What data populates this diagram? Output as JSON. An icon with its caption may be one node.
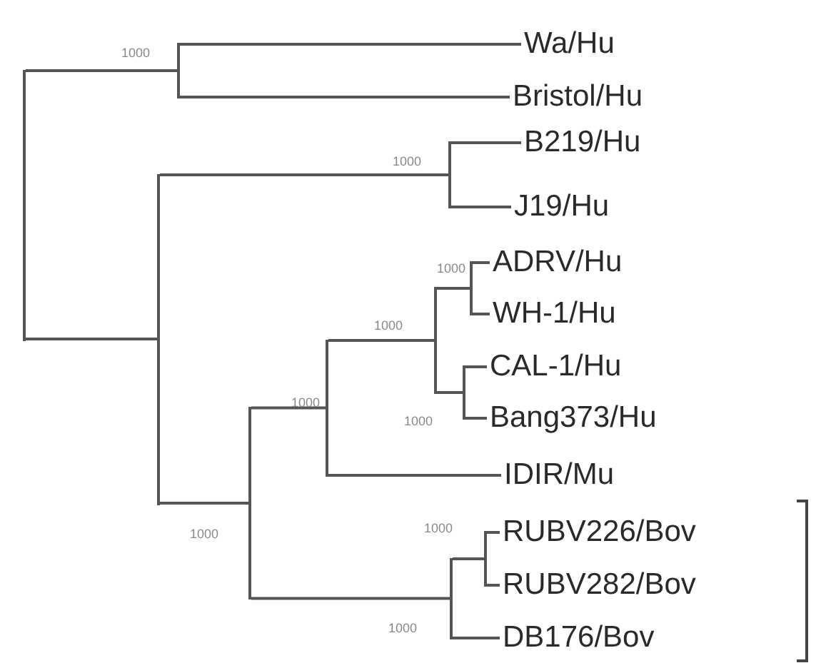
{
  "diagram": {
    "nodes": [
      {
        "text": [],
        "shape": "bar"
      },
      {
        "text": [],
        "shape": "bar",
        "beside": [
          "1000"
        ]
      },
      {
        "text": [
          "Wa/Hu"
        ]
      },
      {
        "text": [
          "Bristol/Hu"
        ]
      },
      {
        "text": [],
        "shape": "bar"
      },
      {
        "text": [],
        "shape": "bar",
        "beside": [
          "1000"
        ]
      },
      {
        "text": [
          "B219/Hu"
        ]
      },
      {
        "text": [
          "J19/Hu"
        ]
      },
      {
        "text": [],
        "shape": "bar",
        "beside": [
          "1000"
        ]
      },
      {
        "text": [],
        "shape": "bar",
        "beside": [
          "1000"
        ]
      },
      {
        "text": [],
        "shape": "bar",
        "beside": [
          "1000"
        ]
      },
      {
        "text": [],
        "shape": "bar",
        "beside": [
          "1000"
        ]
      },
      {
        "text": [
          "ADRV/Hu"
        ]
      },
      {
        "text": [
          "WH-1/Hu"
        ]
      },
      {
        "text": [],
        "shape": "bar",
        "beside": [
          "1000"
        ]
      },
      {
        "text": [
          "CAL-1/Hu"
        ]
      },
      {
        "text": [
          "Bang373/Hu"
        ]
      },
      {
        "text": [
          "IDIR/Mu"
        ]
      },
      {
        "text": [],
        "shape": "bar",
        "beside": [
          "1000"
        ]
      },
      {
        "text": [],
        "shape": "bar",
        "beside": [
          "1000"
        ]
      },
      {
        "text": [
          "RUBV226/Bov"
        ]
      },
      {
        "text": [
          "RUBV282/Bov"
        ]
      },
      {
        "text": [
          "DB176/Bov"
        ]
      }
    ],
    "edges": [
      {
        "from": 0,
        "to": 1,
        "arrow": "none"
      },
      {
        "from": 0,
        "to": 4,
        "arrow": "none"
      },
      {
        "from": 1,
        "to": 2,
        "arrow": "none"
      },
      {
        "from": 1,
        "to": 3,
        "arrow": "none"
      },
      {
        "from": 4,
        "to": 5,
        "arrow": "none"
      },
      {
        "from": 4,
        "to": 8,
        "arrow": "none"
      },
      {
        "from": 5,
        "to": 6,
        "arrow": "none"
      },
      {
        "from": 5,
        "to": 7,
        "arrow": "none"
      },
      {
        "from": 8,
        "to": 9,
        "arrow": "none"
      },
      {
        "from": 8,
        "to": 18,
        "arrow": "none"
      },
      {
        "from": 9,
        "to": 10,
        "arrow": "none"
      },
      {
        "from": 9,
        "to": 17,
        "arrow": "none"
      },
      {
        "from": 10,
        "to": 11,
        "arrow": "none"
      },
      {
        "from": 10,
        "to": 14,
        "arrow": "none"
      },
      {
        "from": 11,
        "to": 12,
        "arrow": "none"
      },
      {
        "from": 11,
        "to": 13,
        "arrow": "none"
      },
      {
        "from": 14,
        "to": 15,
        "arrow": "none"
      },
      {
        "from": 14,
        "to": 16,
        "arrow": "none"
      },
      {
        "from": 18,
        "to": 19,
        "arrow": "none"
      },
      {
        "from": 18,
        "to": 22,
        "arrow": "none"
      },
      {
        "from": 19,
        "to": 20,
        "arrow": "none"
      },
      {
        "from": 19,
        "to": 21,
        "arrow": "none"
      }
    ]
  }
}
